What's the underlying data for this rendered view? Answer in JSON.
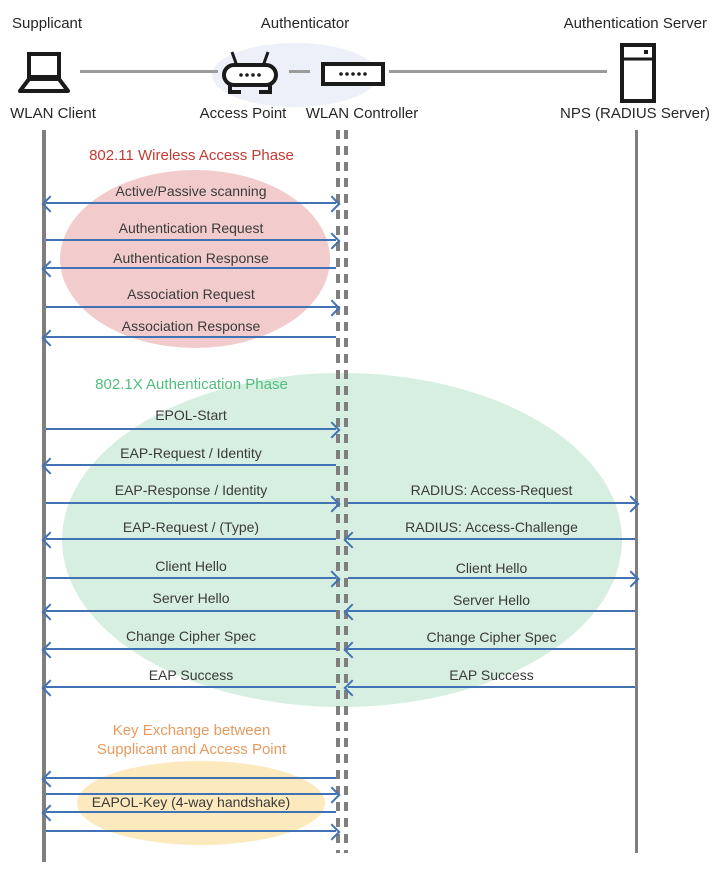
{
  "header": {
    "roles": {
      "supplicant": "Supplicant",
      "authenticator": "Authenticator",
      "authentication_server": "Authentication Server"
    },
    "devices": {
      "wlan_client": "WLAN Client",
      "access_point": "Access Point",
      "wlan_controller": "WLAN Controller",
      "nps": "NPS (RADIUS Server)"
    }
  },
  "phases": {
    "wireless_access": {
      "title": "802.11 Wireless Access Phase"
    },
    "authentication": {
      "title": "802.1X Authentication Phase"
    },
    "key_exchange": {
      "title_line1": "Key Exchange between",
      "title_line2": "Supplicant and Access Point",
      "label": "EAPOL-Key (4-way handshake)",
      "arrow_directions": [
        "left",
        "right",
        "left",
        "right"
      ]
    }
  },
  "messages": {
    "client_to_controller": [
      {
        "label": "Active/Passive scanning",
        "direction": "both"
      },
      {
        "label": "Authentication Request",
        "direction": "right"
      },
      {
        "label": "Authentication Response",
        "direction": "left"
      },
      {
        "label": "Association Request",
        "direction": "right"
      },
      {
        "label": "Association Response",
        "direction": "left"
      },
      {
        "label": "EPOL-Start",
        "direction": "right"
      },
      {
        "label": "EAP-Request / Identity",
        "direction": "left"
      },
      {
        "label": "EAP-Response / Identity",
        "direction": "right"
      },
      {
        "label": "EAP-Request / (Type)",
        "direction": "left"
      },
      {
        "label": "Client Hello",
        "direction": "right"
      },
      {
        "label": "Server Hello",
        "direction": "left"
      },
      {
        "label": "Change Cipher Spec",
        "direction": "left"
      },
      {
        "label": "EAP Success",
        "direction": "left"
      }
    ],
    "controller_to_server": [
      {
        "label": "RADIUS: Access-Request",
        "direction": "right"
      },
      {
        "label": "RADIUS: Access-Challenge",
        "direction": "left"
      },
      {
        "label": "Client Hello",
        "direction": "right"
      },
      {
        "label": "Server Hello",
        "direction": "left"
      },
      {
        "label": "Change Cipher Spec",
        "direction": "left"
      },
      {
        "label": "EAP Success",
        "direction": "left"
      }
    ]
  },
  "colors": {
    "arrow_blue": "#4173B4",
    "lifeline_gray": "#7F7F7F",
    "connector_gray": "#9B9B9B",
    "label_text": "#3A3A3A",
    "phase1_title": "#C13B33",
    "phase1_ellipse": "#F2CCCC",
    "phase2_title": "#4FBE7F",
    "phase2_ellipse": "#D6EFE0",
    "phase3_title": "#E89A5F",
    "phase3_ellipse": "#FCE9BD",
    "authenticator_ellipse": "#EDF0F9",
    "icon_black": "#1A1A1A"
  }
}
